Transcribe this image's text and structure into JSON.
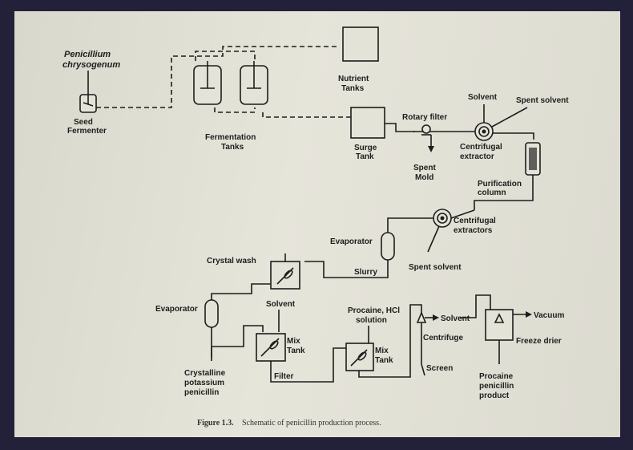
{
  "organism": {
    "line1": "Penicillium",
    "line2": "chrysogenum"
  },
  "seed_fermenter": {
    "line1": "Seed",
    "line2": "Fermenter"
  },
  "fermentation_tanks": {
    "line1": "Fermentation",
    "line2": "Tanks"
  },
  "nutrient_tanks": {
    "line1": "Nutrient",
    "line2": "Tanks"
  },
  "surge_tank": {
    "line1": "Surge",
    "line2": "Tank"
  },
  "rotary_filter": "Rotary filter",
  "spent_mold": {
    "line1": "Spent",
    "line2": "Mold"
  },
  "solvent_top": "Solvent",
  "spent_solvent_top": "Spent solvent",
  "centrifugal_extractor": {
    "line1": "Centrifugal",
    "line2": "extractor"
  },
  "purification_column": {
    "line1": "Purification",
    "line2": "column"
  },
  "centrifugal_extractors": {
    "line1": "Centrifugal",
    "line2": "extractors"
  },
  "evaporator_1": "Evaporator",
  "spent_solvent_2": "Spent solvent",
  "crystal_wash": "Crystal wash",
  "slurry": "Slurry",
  "evaporator_2": "Evaporator",
  "solvent_2": "Solvent",
  "mix_tank_1": {
    "line1": "Mix",
    "line2": "Tank"
  },
  "filter": "Filter",
  "crystalline": {
    "line1": "Crystalline",
    "line2": "potassium",
    "line3": "penicillin"
  },
  "procaine": {
    "line1": "Procaine, HCl",
    "line2": "solution"
  },
  "mix_tank_2": {
    "line1": "Mix",
    "line2": "Tank"
  },
  "solvent_3": "Solvent",
  "centrifuge": "Centrifuge",
  "screen": "Screen",
  "vacuum": "Vacuum",
  "freeze_drier": "Freeze drier",
  "procaine_product": {
    "line1": "Procaine",
    "line2": "penicillin",
    "line3": "product"
  },
  "caption": {
    "label": "Figure 1.3.",
    "text": "Schematic of penicillin production process."
  }
}
